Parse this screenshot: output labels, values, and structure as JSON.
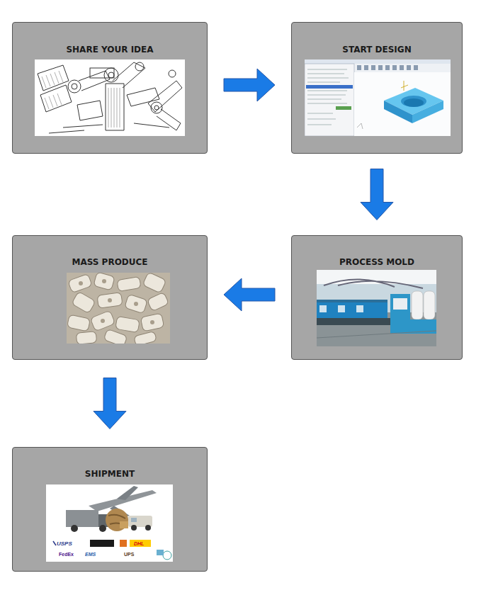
{
  "diagram": {
    "nodes": [
      {
        "text": [
          "SHARE YOUR IDEA"
        ]
      },
      {
        "text": [
          "START DESIGN"
        ]
      },
      {
        "text": [
          "MASS PRODUCE"
        ]
      },
      {
        "text": [
          "PROCESS MOLD"
        ]
      },
      {
        "text": [
          "SHIPMENT"
        ]
      }
    ],
    "edges": [
      {
        "from": 0,
        "to": 1,
        "arrow": "to"
      },
      {
        "from": 1,
        "to": 3,
        "arrow": "to"
      },
      {
        "from": 3,
        "to": 2,
        "arrow": "to"
      },
      {
        "from": 2,
        "to": 4,
        "arrow": "to"
      }
    ],
    "labels": [
      "USPS",
      "DHL",
      "FedEx",
      "EMS",
      "UPS"
    ]
  }
}
